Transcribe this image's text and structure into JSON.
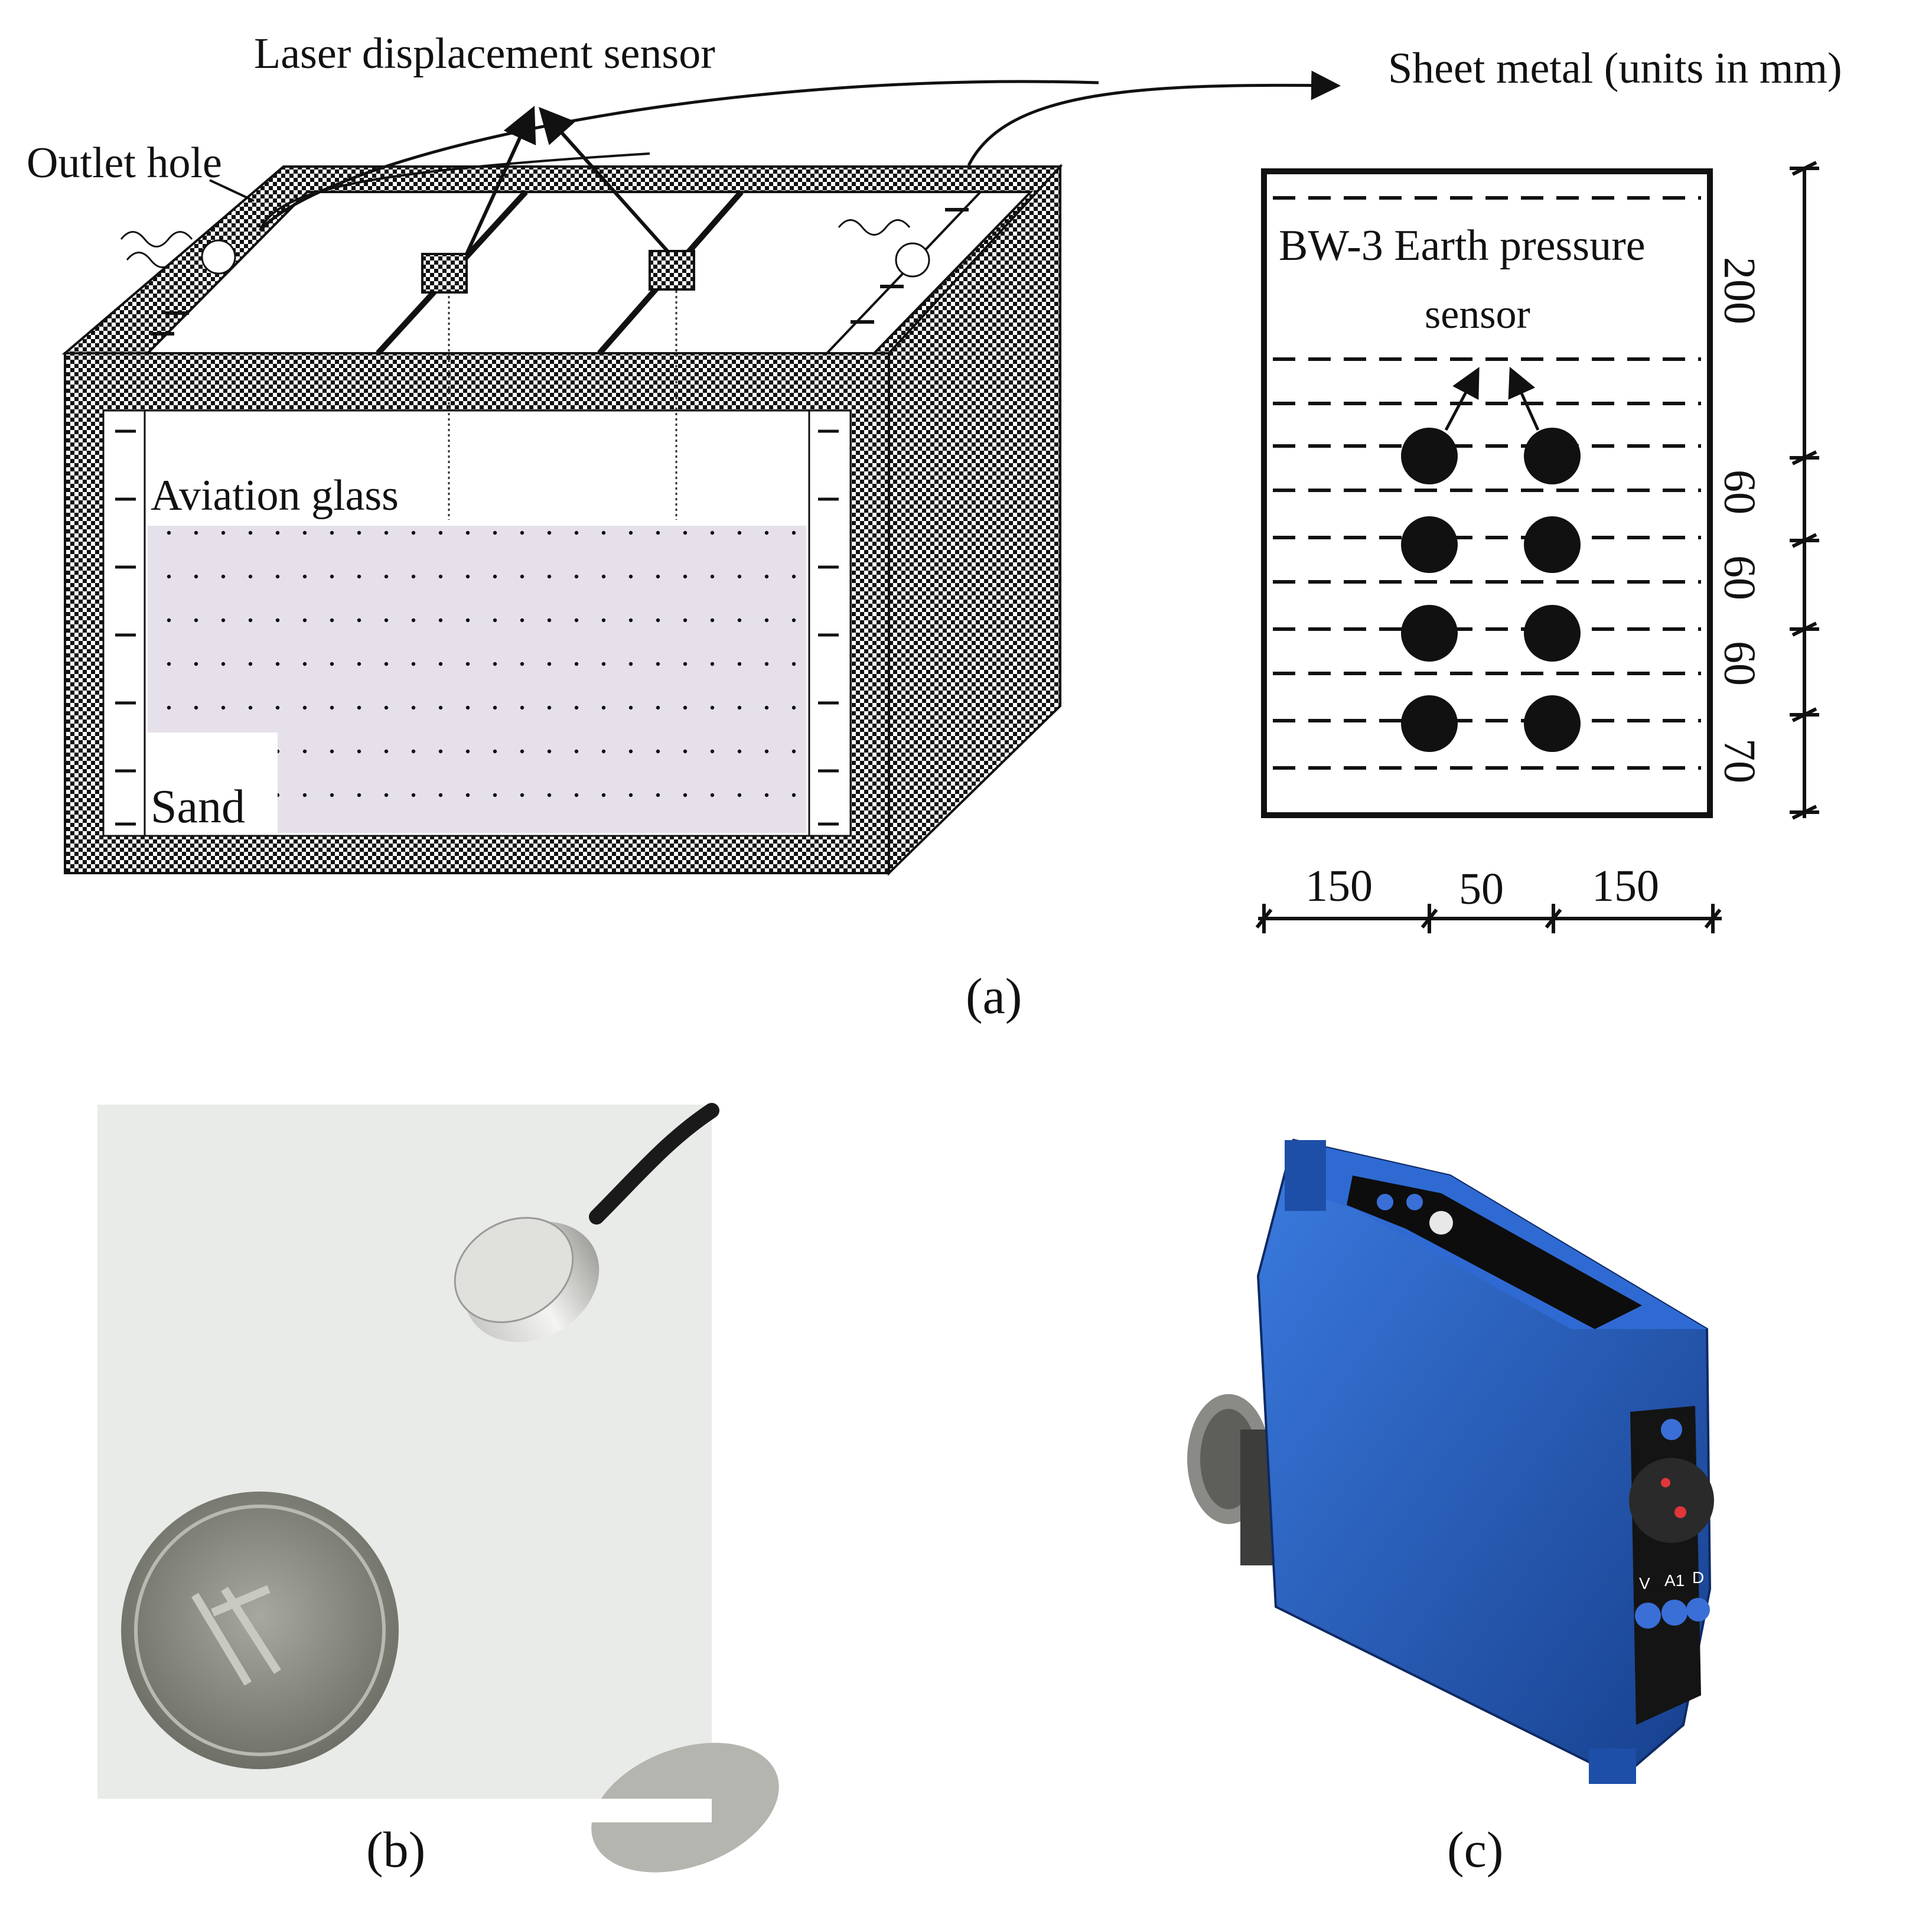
{
  "panel_a": {
    "caption": "(a)",
    "labels": {
      "laser_sensor": "Laser displacement sensor",
      "sheet_metal": "Sheet metal (units in mm)",
      "outlet_hole": "Outlet hole",
      "aviation_glass": "Aviation glass",
      "sand": "Sand",
      "earth_sensor_line1": "BW-3 Earth pressure",
      "earth_sensor_line2": "sensor"
    },
    "vertical_dims": [
      "200",
      "60",
      "60",
      "60",
      "70"
    ],
    "horizontal_dims": [
      "150",
      "50",
      "150"
    ]
  },
  "panel_b": {
    "caption": "(b)"
  },
  "panel_c": {
    "caption": "(c)",
    "front_labels": [
      "V",
      "A1",
      "D"
    ]
  },
  "colors": {
    "sand_fill": "#e6e0ea",
    "sensor_blue": "#1f5fc4",
    "photo_bg": "#e9ebe8",
    "coin": "#8e9088"
  }
}
